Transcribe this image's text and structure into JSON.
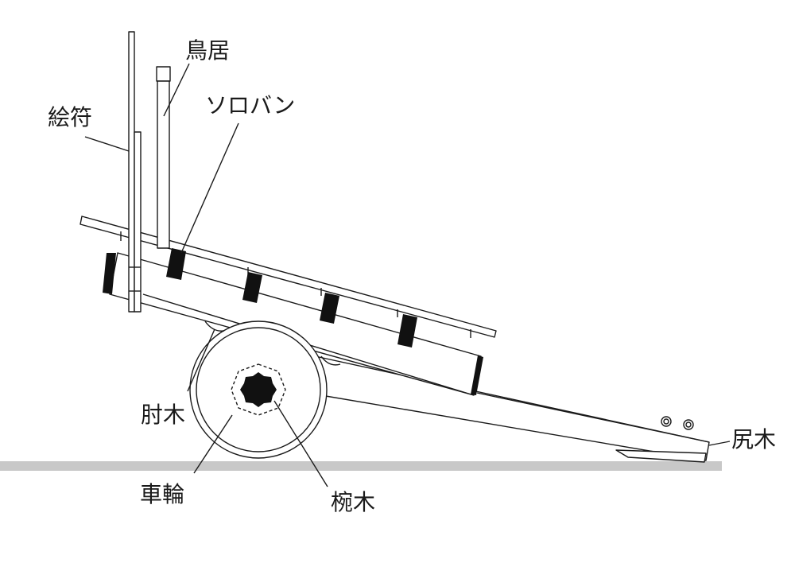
{
  "labels": {
    "torii": "鳥居",
    "soroban": "ソロバン",
    "efu": "絵符",
    "hijiki": "肘木",
    "sharin": "車輪",
    "wangi": "椀木",
    "shirigi": "尻木"
  }
}
